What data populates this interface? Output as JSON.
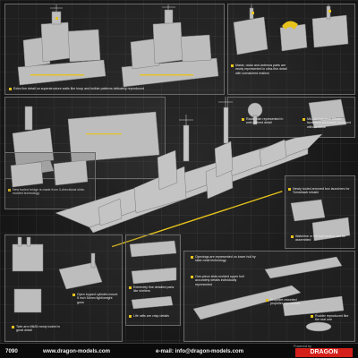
{
  "captions": {
    "superstructure_walls": "Extra fine detail on superstructure walls like hoop and bulkier patterns delicately reproduced",
    "masts": "Masts, radar and antenna parts are newly represented in ultra-fine detail with unmatched realism",
    "radar_dish": "Radar dish represented in well-defined detail",
    "harpoon": "Mk-141 Harpoon missile launchers accurately produced without detail",
    "bridge": "New tooled bridge is made from 3-directional slide-molded technology",
    "tomahawk": "Newly tooled armored box launchers for Tomahawk missile",
    "waterline": "Waterline or full-hull version can be assembled",
    "openings": "Openings are represented on lower hull by slide-mold technology",
    "one_piece_hull": "One-piece slide-molded upper hull accurately details individually represented",
    "deck_details": "Extremely fine detailed parts like shelters",
    "rails": "Life rafts are crisp details",
    "guns": "Open topped cylinder-mount 5 inch 54mm light/weight guns",
    "propeller": "Propeller-mounted propeller reproduced",
    "rudder": "Rudder reproduced like the real one",
    "mk26": "Twin arm Mk26 newly tooled in great detail"
  },
  "footer": {
    "code": "7090",
    "website": "www.dragon-models.com",
    "email": "e-mail: info@dragon-models.com",
    "powered_by": "Powered by",
    "brand": "DRAGON"
  },
  "colors": {
    "accent": "#e7c31c",
    "brand_red": "#d4201a",
    "model_grey": "#bdbdbd"
  }
}
